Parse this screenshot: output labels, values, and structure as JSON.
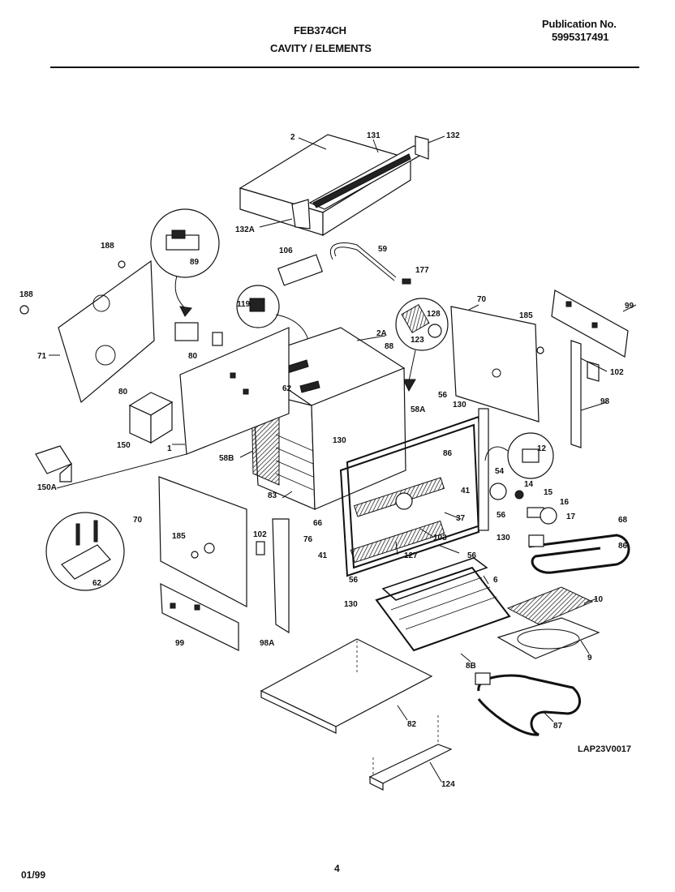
{
  "header": {
    "model": "FEB374CH",
    "section": "CAVITY / ELEMENTS",
    "publication_label": "Publication No.",
    "publication_number": "5995317491"
  },
  "diagram_code": "LAP23V0017",
  "footer": {
    "date": "01/99",
    "page": "4"
  },
  "callouts": {
    "c2": "2",
    "c131": "131",
    "c132": "132",
    "c132A": "132A",
    "c188a": "188",
    "c188b": "188",
    "c89": "89",
    "c106": "106",
    "c59": "59",
    "c177": "177",
    "c119": "119",
    "c80a": "80",
    "c80b": "80",
    "c71": "71",
    "c2A": "2A",
    "c88": "88",
    "c128": "128",
    "c123": "123",
    "c70a": "70",
    "c185a": "185",
    "c99a": "99",
    "c102a": "102",
    "c98": "98",
    "c62a": "62",
    "c58A": "58A",
    "c56a": "56",
    "c130a": "130",
    "c150": "150",
    "c1": "1",
    "c58B": "58B",
    "c130b": "130",
    "c86a": "86",
    "c12": "12",
    "c54": "54",
    "c14": "14",
    "c15": "15",
    "c16": "16",
    "c17": "17",
    "c150A": "150A",
    "c83": "83",
    "c41a": "41",
    "c37": "37",
    "c56b": "56",
    "c68": "68",
    "c70b": "70",
    "c185b": "185",
    "c102b": "102",
    "c66": "66",
    "c76": "76",
    "c103": "103",
    "c130c": "130",
    "c86b": "86",
    "c41b": "41",
    "c127": "127",
    "c56c": "56",
    "c62b": "62",
    "c56d": "56",
    "c6": "6",
    "c130d": "130",
    "c10": "10",
    "c99b": "99",
    "c98A": "98A",
    "c9": "9",
    "c8B": "8B",
    "c82": "82",
    "c87": "87",
    "c124": "124"
  }
}
